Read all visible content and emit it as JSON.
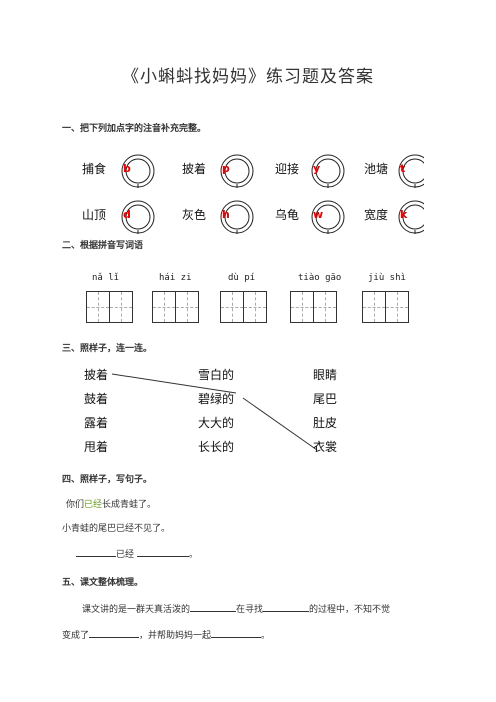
{
  "title": "《小蝌蚪找妈妈》练习题及答案",
  "section1": {
    "heading": "一、把下列加点字的注音补充完整。",
    "row1": [
      {
        "word": "捕食",
        "initial": "b"
      },
      {
        "word": "披着",
        "initial": "p"
      },
      {
        "word": "迎接",
        "initial": "y"
      },
      {
        "word": "池塘",
        "initial": "t"
      }
    ],
    "row2": [
      {
        "word": "山顶",
        "initial": "d"
      },
      {
        "word": "灰色",
        "initial": "h"
      },
      {
        "word": "乌龟",
        "initial": "w"
      },
      {
        "word": "宽度",
        "initial": "k"
      }
    ]
  },
  "section2": {
    "heading": "二、根据拼音写词语",
    "items": [
      {
        "pinyin": "nǎ  lǐ"
      },
      {
        "pinyin": "hái  zi"
      },
      {
        "pinyin": "dù  pí"
      },
      {
        "pinyin": "tiào  gāo"
      },
      {
        "pinyin": "jiù  shì"
      }
    ]
  },
  "section3": {
    "heading": "三、照样子，连一连。",
    "col1": [
      "披着",
      "鼓着",
      "露着",
      "甩着"
    ],
    "col2": [
      "雪白的",
      "碧绿的",
      "大大的",
      "长长的"
    ],
    "col3": [
      "眼睛",
      "尾巴",
      "肚皮",
      "衣裳"
    ]
  },
  "section4": {
    "heading": "四、照样子，写句子。",
    "example_pre": "你们",
    "example_key": "已经",
    "example_post": "长成青蛙了。",
    "sentence": "小青蛙的尾巴已经不见了。",
    "template_word": "已经",
    "template_end": "。"
  },
  "section5": {
    "heading": "五、课文整体梳理。",
    "line1_a": "课文讲的是一群天真活泼的",
    "line1_b": "在寻找",
    "line1_c": "的过程中，不知不觉",
    "line2_a": "变成了",
    "line2_b": "，并帮助妈妈一起",
    "line2_c": "。"
  }
}
